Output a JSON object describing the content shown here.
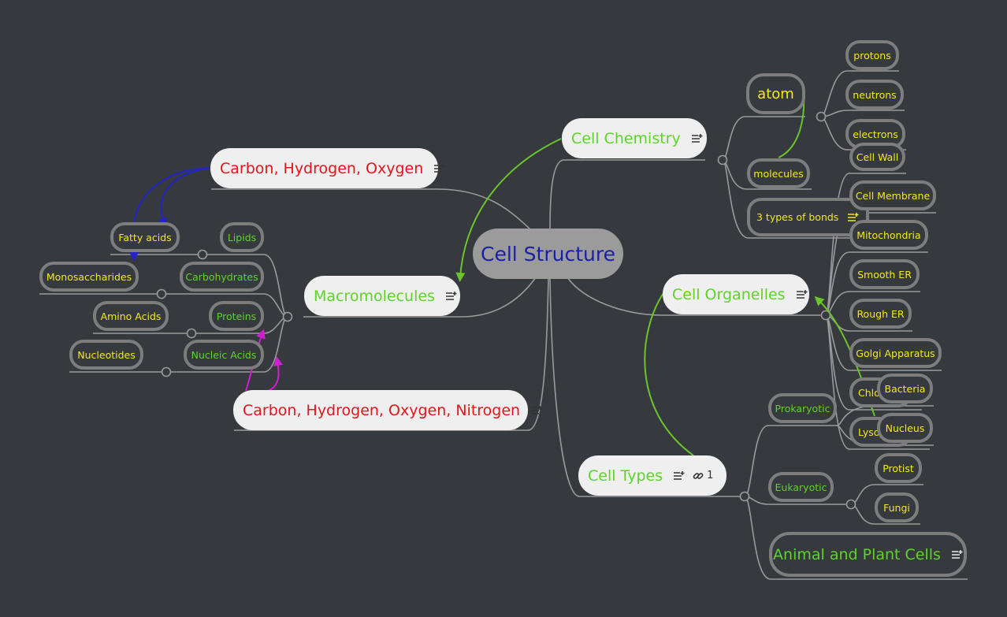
{
  "root": {
    "label": "Cell Structure"
  },
  "main_topics": {
    "cell_chemistry": "Cell Chemistry",
    "cell_organelles": "Cell Organelles",
    "cell_types": "Cell Types",
    "macromolecules": "Macromolecules",
    "cho": "Carbon, Hydrogen, Oxygen",
    "chon": "Carbon, Hydrogen, Oxygen, Nitrogen"
  },
  "cell_chemistry": {
    "atom": "atom",
    "molecules": "molecules",
    "bonds": "3 types of bonds",
    "atom_parts": [
      "protons",
      "neutrons",
      "electrons"
    ]
  },
  "organelles": [
    "Cell Wall",
    "Cell Membrane",
    "Mitochondria",
    "Smooth ER",
    "Rough ER",
    "Golgi Apparatus",
    "Chlo",
    "Lyso"
  ],
  "cell_types": {
    "prokaryotic": "Prokaryotic",
    "eukaryotic": "Eukaryotic",
    "animal_plant": "Animal and Plant Cells",
    "prokaryote_examples": [
      "Bacteria",
      "Nucleus"
    ],
    "eukaryote_examples": [
      "Protist",
      "Fungi"
    ],
    "link_count": "1"
  },
  "macromolecules": {
    "classes": [
      "Lipids",
      "Carbohydrates",
      "Proteins",
      "Nucleic Acids"
    ],
    "monomers": [
      "Fatty acids",
      "Monosaccharides",
      "Amino Acids",
      "Nucleotides"
    ]
  },
  "colors": {
    "background": "#36393e",
    "branch_line": "#9a9a9a",
    "green_text": "#5ed42a",
    "yellow_text": "#f2ea1c",
    "red_text": "#e8131b",
    "root_text": "#1a1fa8",
    "relation_green": "#6ac42c",
    "relation_blue": "#2323c8",
    "relation_magenta": "#d21ed2"
  },
  "icons": {
    "notes": "notes-icon",
    "link": "link-icon"
  }
}
